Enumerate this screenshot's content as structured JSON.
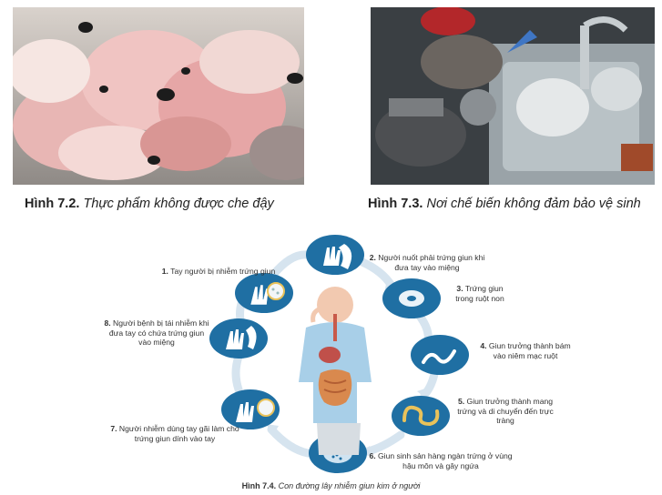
{
  "figures": {
    "fig72": {
      "number": "Hình 7.2.",
      "text": "Thực phẩm không được che đậy"
    },
    "fig73": {
      "number": "Hình 7.3.",
      "text": "Nơi chế biến không đảm bảo vệ sinh"
    },
    "fig74": {
      "number": "Hình 7.4.",
      "text": "Con đường lây nhiễm giun kim ở người"
    }
  },
  "cycle": {
    "steps": [
      {
        "num": "1.",
        "text": "Tay người bị nhiễm trứng giun"
      },
      {
        "num": "2.",
        "text": "Người nuốt phải trứng giun khi đưa tay vào miệng"
      },
      {
        "num": "3.",
        "text": "Trứng giun trong ruột non"
      },
      {
        "num": "4.",
        "text": "Giun trưởng thành bám vào niêm mạc ruột"
      },
      {
        "num": "5.",
        "text": "Giun trưởng thành mang trứng và di chuyển đến trực tràng"
      },
      {
        "num": "6.",
        "text": "Giun sinh sản hàng ngàn trứng ở vùng hậu môn và gây ngứa"
      },
      {
        "num": "7.",
        "text": "Người nhiễm dùng tay gãi làm cho trứng giun dính vào tay"
      },
      {
        "num": "8.",
        "text": "Người bệnh bị tái nhiễm khi đưa tay có chứa trứng giun vào miệng"
      }
    ]
  },
  "colors": {
    "circle": "#1f6fa3",
    "arrow": "#d6e4ef",
    "worm": "#e9c25a"
  }
}
